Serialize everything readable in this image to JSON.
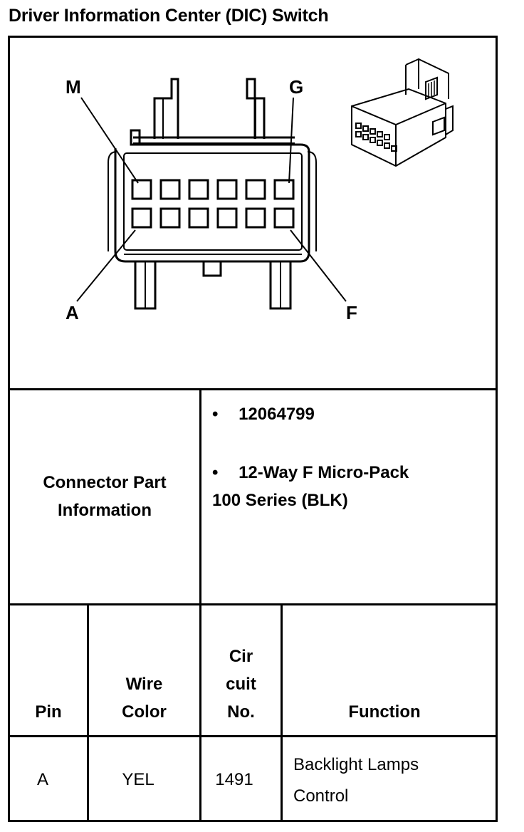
{
  "document": {
    "title": "Driver Information Center (DIC) Switch"
  },
  "diagram": {
    "pin_labels": {
      "top_left": "M",
      "top_right": "G",
      "bottom_left": "A",
      "bottom_right": "F"
    },
    "cavity_rows": 2,
    "cavity_cols": 6,
    "icons": [
      "connector-face-view-icon",
      "connector-isometric-icon"
    ]
  },
  "connector_info": {
    "label_line1": "Connector Part",
    "label_line2": "Information",
    "bullet_symbol": "•",
    "part_number": "12064799",
    "description_line1": "12-Way F Micro-Pack",
    "description_line2": "100 Series (BLK)"
  },
  "pin_table": {
    "headers": {
      "pin": "Pin",
      "wire_color_line1": "Wire",
      "wire_color_line2": "Color",
      "circuit_line1": "Cir",
      "circuit_line2": "cuit",
      "circuit_line3": "No.",
      "function": "Function"
    },
    "rows": [
      {
        "pin": "A",
        "wire_color": "YEL",
        "circuit": "1491",
        "function_line1": "Backlight Lamps",
        "function_line2": "Control"
      }
    ]
  }
}
